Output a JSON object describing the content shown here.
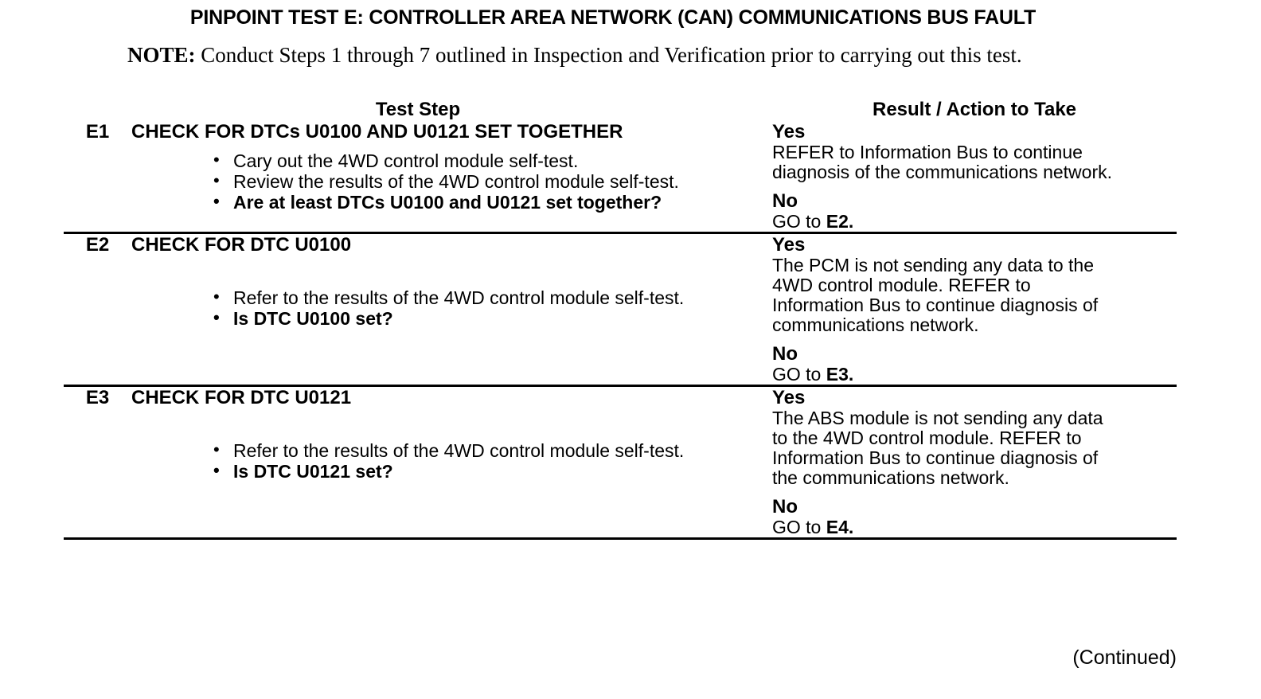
{
  "document": {
    "title": "PINPOINT TEST E: CONTROLLER AREA NETWORK (CAN) COMMUNICATIONS BUS FAULT",
    "note_label": "NOTE:",
    "note_text": "Conduct Steps 1 through 7 outlined in Inspection and Verification prior to carrying out this test.",
    "footer": "(Continued)"
  },
  "table": {
    "headers": {
      "test_step": "Test Step",
      "result_action": "Result / Action to Take"
    },
    "rows": [
      {
        "id": "E1",
        "title": "CHECK FOR DTCs U0100 AND U0121 SET TOGETHER",
        "bullets": [
          {
            "text": "Cary out the 4WD control module self-test.",
            "bold": false
          },
          {
            "text": "Review the results of the 4WD control module self-test.",
            "bold": false
          },
          {
            "text": "Are at least DTCs U0100 and U0121 set together?",
            "bold": true
          }
        ],
        "result": {
          "yes_label": "Yes",
          "yes_lines": [
            "REFER to Information Bus to continue",
            "diagnosis of the communications network."
          ],
          "no_label": "No",
          "no_prefix": "GO to ",
          "no_target": "E2."
        }
      },
      {
        "id": "E2",
        "title": "CHECK FOR DTC U0100",
        "bullets": [
          {
            "text": "Refer to the results of the 4WD control module self-test.",
            "bold": false
          },
          {
            "text": "Is DTC U0100 set?",
            "bold": true
          }
        ],
        "result": {
          "yes_label": "Yes",
          "yes_lines": [
            "The PCM is not sending any data to the",
            "4WD control module. REFER to",
            "Information Bus to continue diagnosis of",
            "communications network."
          ],
          "no_label": "No",
          "no_prefix": "GO to ",
          "no_target": "E3."
        }
      },
      {
        "id": "E3",
        "title": "CHECK FOR DTC U0121",
        "bullets": [
          {
            "text": "Refer to the results of the 4WD control module self-test.",
            "bold": false
          },
          {
            "text": "Is DTC U0121 set?",
            "bold": true
          }
        ],
        "result": {
          "yes_label": "Yes",
          "yes_lines": [
            "The ABS module is not sending any data",
            "to the 4WD control module. REFER to",
            "Information Bus to continue diagnosis of",
            "the communications network."
          ],
          "no_label": "No",
          "no_prefix": "GO to ",
          "no_target": "E4."
        }
      }
    ]
  },
  "colors": {
    "ink": "#000000",
    "paper": "#ffffff"
  }
}
